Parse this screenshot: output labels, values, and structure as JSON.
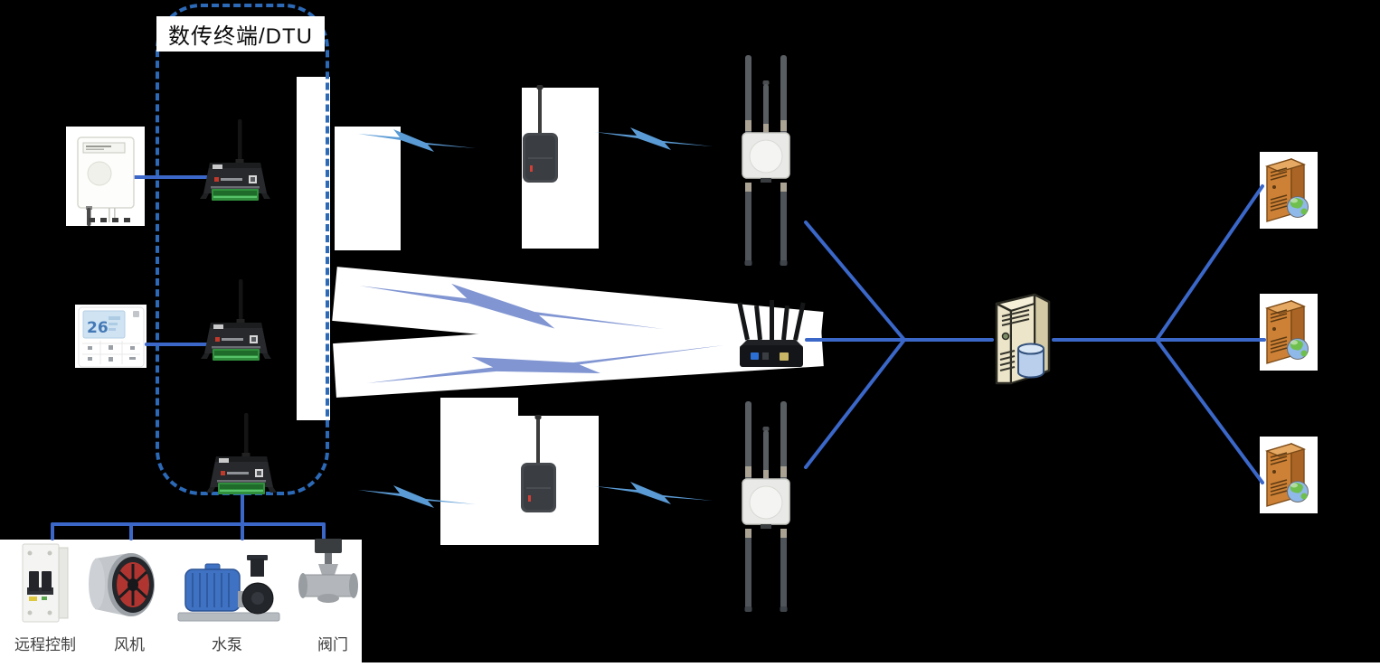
{
  "dtu_group": {
    "label": "数传终端/DTU"
  },
  "thermostat": {
    "display_temp": "26"
  },
  "bottom_panel": {
    "items": [
      {
        "label": "远程控制"
      },
      {
        "label": "风机"
      },
      {
        "label": "水泵"
      },
      {
        "label": "阀门"
      }
    ]
  },
  "nodes": [
    "temperature-humidity-sensor-icon",
    "thermostat-icon",
    "dtu-icon",
    "dtu-icon",
    "dtu-icon",
    "wireless-repeater-icon",
    "wireless-repeater-icon",
    "outdoor-ap-icon",
    "outdoor-ap-icon",
    "wireless-router-icon",
    "database-server-icon",
    "web-server-icon",
    "web-server-icon",
    "web-server-icon",
    "circuit-breaker-icon",
    "fan-icon",
    "water-pump-icon",
    "valve-icon",
    "lightning-bolt-icon"
  ],
  "colors": {
    "connection_line_blue": "#3a67c8",
    "dashed_border_blue": "#2c6ab8",
    "bolt_light_blue": "#5b9bd5",
    "bolt_periwinkle": "#8095d2",
    "background": "#000000"
  }
}
